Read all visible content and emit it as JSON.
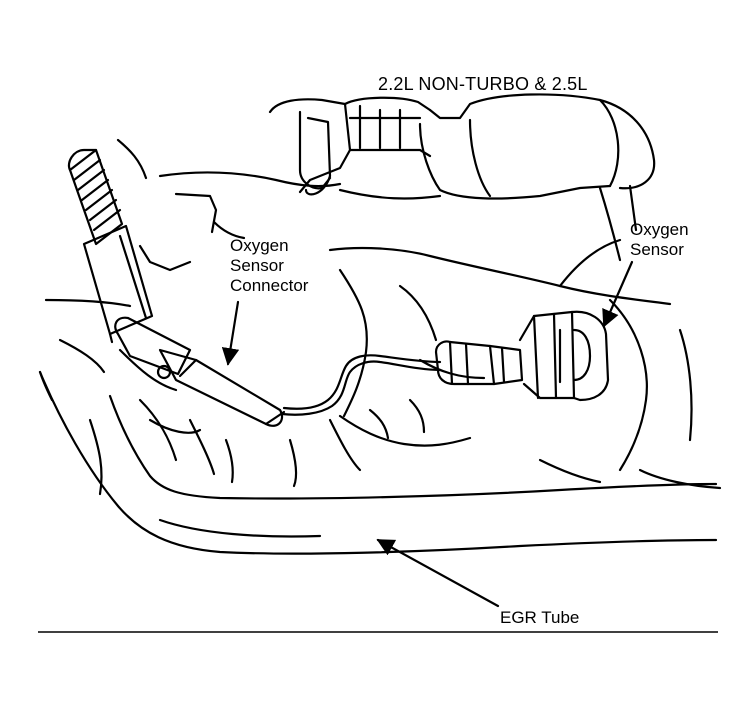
{
  "title": "2.2L NON-TURBO & 2.5L",
  "labels": {
    "oxygen_sensor_connector": [
      "Oxygen",
      "Sensor",
      "Connector"
    ],
    "oxygen_sensor": [
      "Oxygen",
      "Sensor"
    ],
    "egr_tube": "EGR Tube"
  },
  "colors": {
    "ink": "#000000",
    "paper": "#ffffff"
  }
}
